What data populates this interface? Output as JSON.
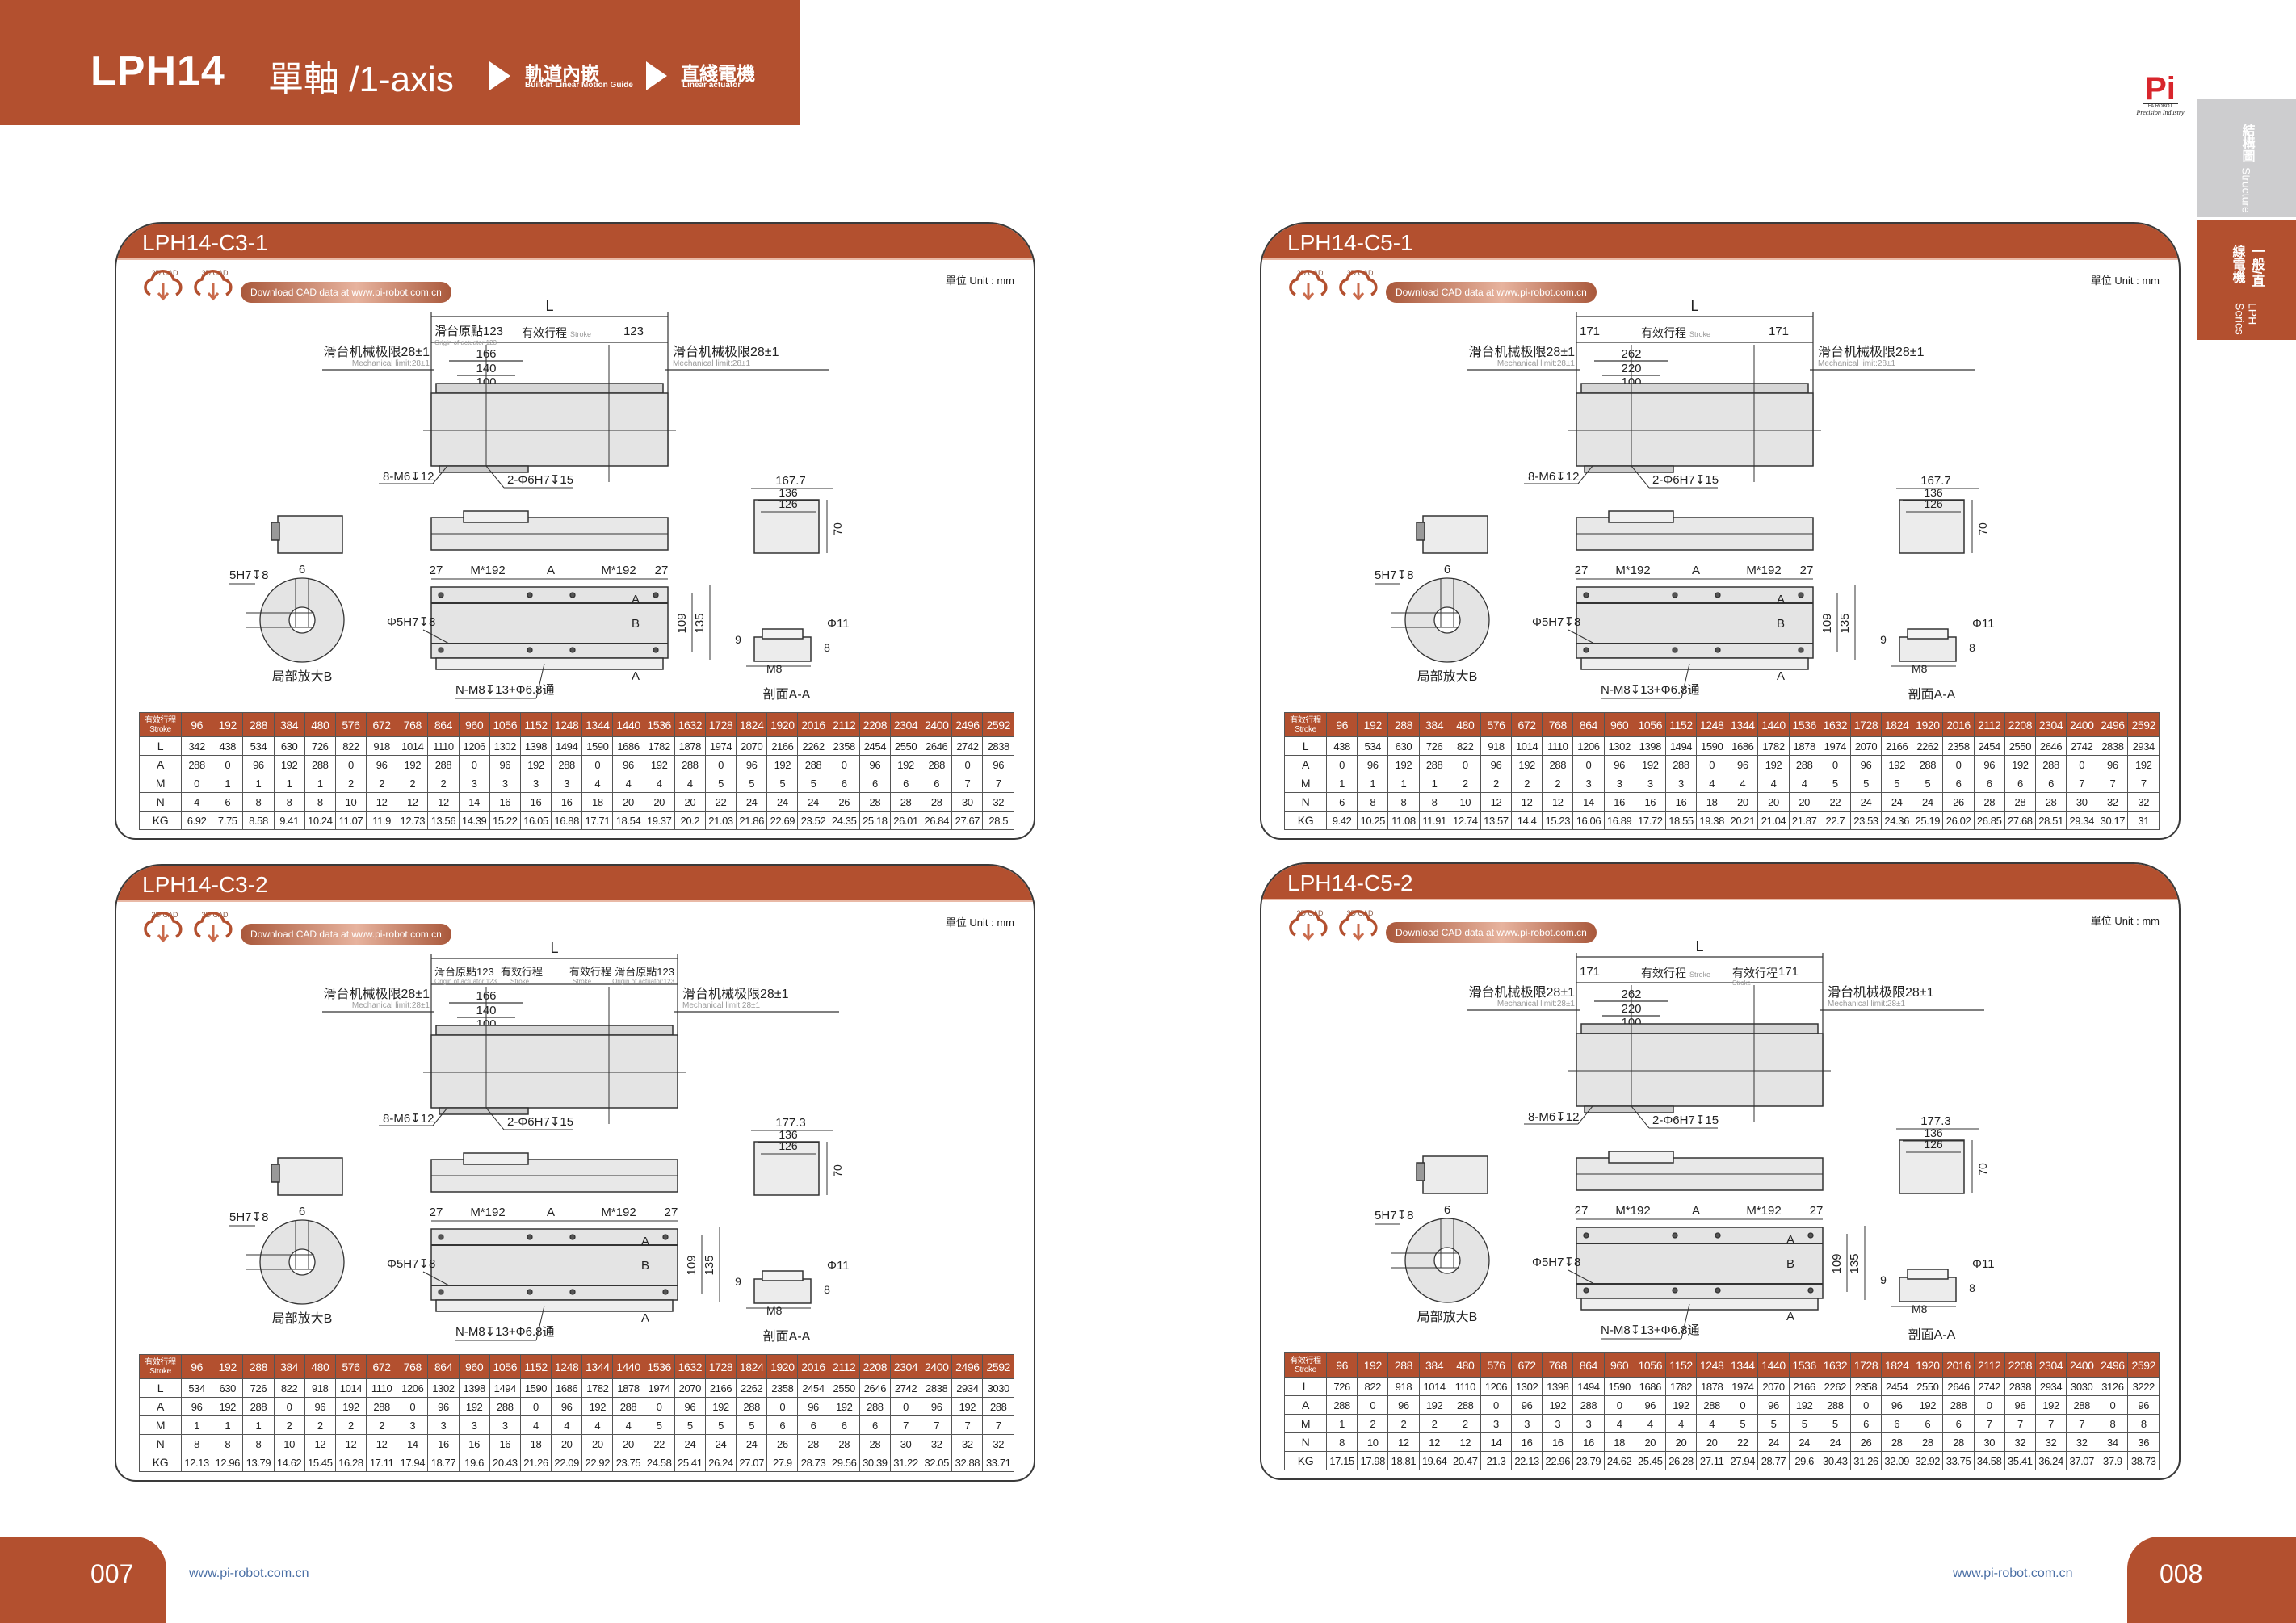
{
  "header": {
    "model": "LPH14",
    "axis": "單軸 /1-axis",
    "step1_cn": "軌道內嵌",
    "step1_en": "Built-in Linear Motion Guide",
    "step2_cn": "直綫電機",
    "step2_en": "Linear actuator"
  },
  "logo": {
    "mark": "Pi",
    "sub": "FA.ROBOT",
    "tagline": "Precision Industry"
  },
  "side_tabs": [
    {
      "cn": "結構圖",
      "en": "Structure",
      "active": false
    },
    {
      "cn": "一般/直線電機",
      "en": "LPH Series",
      "active": true
    }
  ],
  "footer": {
    "left_page": "007",
    "right_page": "008",
    "url": "www.pi-robot.com.cn"
  },
  "colors": {
    "brand": "#b3502f",
    "tab_gray": "#cdcdcf"
  },
  "common": {
    "unit": "單位 Unit : mm",
    "cad2d": "2D CAD",
    "cad3d": "3D CAD",
    "download": "Download CAD data at www.pi-robot.com.cn",
    "L": "L",
    "mech": "滑台机械极限28±1",
    "mech_en": "Mechanical limit:28±1",
    "d100": "100",
    "tap1": "8-M6↧12",
    "tap2": "2-Φ6H7↧15",
    "e136": "136",
    "e126": "126",
    "e70": "70",
    "detail_hole": "5H7↧8",
    "detail_6": "6",
    "detail_label": "局部放大B",
    "b27": "27",
    "bM": "M*192",
    "bA": "A",
    "secA": "A",
    "secB": "B",
    "pin": "Φ5H7↧8",
    "h109": "109",
    "h135": "135",
    "nm8": "N-M8↧13+Φ6.8通",
    "s11": "Φ11",
    "s9": "9",
    "s8": "8",
    "sM8": "M8",
    "section_label": "剖面A-A",
    "stroke_header_cn": "有效行程",
    "stroke_header_en": "Stroke",
    "strokes": [
      "96",
      "192",
      "288",
      "384",
      "480",
      "576",
      "672",
      "768",
      "864",
      "960",
      "1056",
      "1152",
      "1248",
      "1344",
      "1440",
      "1536",
      "1632",
      "1728",
      "1824",
      "1920",
      "2016",
      "2112",
      "2208",
      "2304",
      "2400",
      "2496",
      "2592"
    ]
  },
  "panels": [
    {
      "title": "LPH14-C3-1",
      "top": {
        "left": "滑台原點123",
        "left_sub": "Origin of actuator:123",
        "stroke": "有效行程",
        "stroke_en": "Stroke",
        "right": "123"
      },
      "d1": "166",
      "d2": "140",
      "e_width": "167.7",
      "rows": [
        {
          "label": "L",
          "values": [
            "342",
            "438",
            "534",
            "630",
            "726",
            "822",
            "918",
            "1014",
            "1110",
            "1206",
            "1302",
            "1398",
            "1494",
            "1590",
            "1686",
            "1782",
            "1878",
            "1974",
            "2070",
            "2166",
            "2262",
            "2358",
            "2454",
            "2550",
            "2646",
            "2742",
            "2838"
          ]
        },
        {
          "label": "A",
          "values": [
            "288",
            "0",
            "96",
            "192",
            "288",
            "0",
            "96",
            "192",
            "288",
            "0",
            "96",
            "192",
            "288",
            "0",
            "96",
            "192",
            "288",
            "0",
            "96",
            "192",
            "288",
            "0",
            "96",
            "192",
            "288",
            "0",
            "96"
          ]
        },
        {
          "label": "M",
          "values": [
            "0",
            "1",
            "1",
            "1",
            "1",
            "2",
            "2",
            "2",
            "2",
            "3",
            "3",
            "3",
            "3",
            "4",
            "4",
            "4",
            "4",
            "5",
            "5",
            "5",
            "5",
            "6",
            "6",
            "6",
            "6",
            "7",
            "7"
          ]
        },
        {
          "label": "N",
          "values": [
            "4",
            "6",
            "8",
            "8",
            "8",
            "10",
            "12",
            "12",
            "12",
            "14",
            "16",
            "16",
            "16",
            "18",
            "20",
            "20",
            "20",
            "22",
            "24",
            "24",
            "24",
            "26",
            "28",
            "28",
            "28",
            "30",
            "32"
          ]
        },
        {
          "label": "KG",
          "values": [
            "6.92",
            "7.75",
            "8.58",
            "9.41",
            "10.24",
            "11.07",
            "11.9",
            "12.73",
            "13.56",
            "14.39",
            "15.22",
            "16.05",
            "16.88",
            "17.71",
            "18.54",
            "19.37",
            "20.2",
            "21.03",
            "21.86",
            "22.69",
            "23.52",
            "24.35",
            "25.18",
            "26.01",
            "26.84",
            "27.67",
            "28.5"
          ]
        }
      ]
    },
    {
      "title": "LPH14-C5-1",
      "top": {
        "left": "171",
        "stroke": "有效行程",
        "stroke_en": "Stroke",
        "right": "171"
      },
      "d1": "262",
      "d2": "220",
      "e_width": "167.7",
      "rows": [
        {
          "label": "L",
          "values": [
            "438",
            "534",
            "630",
            "726",
            "822",
            "918",
            "1014",
            "1110",
            "1206",
            "1302",
            "1398",
            "1494",
            "1590",
            "1686",
            "1782",
            "1878",
            "1974",
            "2070",
            "2166",
            "2262",
            "2358",
            "2454",
            "2550",
            "2646",
            "2742",
            "2838",
            "2934"
          ]
        },
        {
          "label": "A",
          "values": [
            "0",
            "96",
            "192",
            "288",
            "0",
            "96",
            "192",
            "288",
            "0",
            "96",
            "192",
            "288",
            "0",
            "96",
            "192",
            "288",
            "0",
            "96",
            "192",
            "288",
            "0",
            "96",
            "192",
            "288",
            "0",
            "96",
            "192"
          ]
        },
        {
          "label": "M",
          "values": [
            "1",
            "1",
            "1",
            "1",
            "2",
            "2",
            "2",
            "2",
            "3",
            "3",
            "3",
            "3",
            "4",
            "4",
            "4",
            "4",
            "5",
            "5",
            "5",
            "5",
            "6",
            "6",
            "6",
            "6",
            "7",
            "7",
            "7"
          ]
        },
        {
          "label": "N",
          "values": [
            "6",
            "8",
            "8",
            "8",
            "10",
            "12",
            "12",
            "12",
            "14",
            "16",
            "16",
            "16",
            "18",
            "20",
            "20",
            "20",
            "22",
            "24",
            "24",
            "24",
            "26",
            "28",
            "28",
            "28",
            "30",
            "32",
            "32"
          ]
        },
        {
          "label": "KG",
          "values": [
            "9.42",
            "10.25",
            "11.08",
            "11.91",
            "12.74",
            "13.57",
            "14.4",
            "15.23",
            "16.06",
            "16.89",
            "17.72",
            "18.55",
            "19.38",
            "20.21",
            "21.04",
            "21.87",
            "22.7",
            "23.53",
            "24.36",
            "25.19",
            "26.02",
            "26.85",
            "27.68",
            "28.51",
            "29.34",
            "30.17",
            "31"
          ]
        }
      ]
    },
    {
      "title": "LPH14-C3-2",
      "top": {
        "left": "滑台原點123",
        "left_sub": "Origin of actuator:123",
        "stroke": "有效行程",
        "stroke_en": "Stroke",
        "stroke2": "有效行程",
        "stroke2_en": "Stroke",
        "right": "滑台原點123",
        "right_sub": "Origin of actuator:123"
      },
      "d1": "166",
      "d2": "140",
      "e_width": "177.3",
      "rows": [
        {
          "label": "L",
          "values": [
            "534",
            "630",
            "726",
            "822",
            "918",
            "1014",
            "1110",
            "1206",
            "1302",
            "1398",
            "1494",
            "1590",
            "1686",
            "1782",
            "1878",
            "1974",
            "2070",
            "2166",
            "2262",
            "2358",
            "2454",
            "2550",
            "2646",
            "2742",
            "2838",
            "2934",
            "3030"
          ]
        },
        {
          "label": "A",
          "values": [
            "96",
            "192",
            "288",
            "0",
            "96",
            "192",
            "288",
            "0",
            "96",
            "192",
            "288",
            "0",
            "96",
            "192",
            "288",
            "0",
            "96",
            "192",
            "288",
            "0",
            "96",
            "192",
            "288",
            "0",
            "96",
            "192",
            "288"
          ]
        },
        {
          "label": "M",
          "values": [
            "1",
            "1",
            "1",
            "2",
            "2",
            "2",
            "2",
            "3",
            "3",
            "3",
            "3",
            "4",
            "4",
            "4",
            "4",
            "5",
            "5",
            "5",
            "5",
            "6",
            "6",
            "6",
            "6",
            "7",
            "7",
            "7",
            "7"
          ]
        },
        {
          "label": "N",
          "values": [
            "8",
            "8",
            "8",
            "10",
            "12",
            "12",
            "12",
            "14",
            "16",
            "16",
            "16",
            "18",
            "20",
            "20",
            "20",
            "22",
            "24",
            "24",
            "24",
            "26",
            "28",
            "28",
            "28",
            "30",
            "32",
            "32",
            "32"
          ]
        },
        {
          "label": "KG",
          "values": [
            "12.13",
            "12.96",
            "13.79",
            "14.62",
            "15.45",
            "16.28",
            "17.11",
            "17.94",
            "18.77",
            "19.6",
            "20.43",
            "21.26",
            "22.09",
            "22.92",
            "23.75",
            "24.58",
            "25.41",
            "26.24",
            "27.07",
            "27.9",
            "28.73",
            "29.56",
            "30.39",
            "31.22",
            "32.05",
            "32.88",
            "33.71"
          ]
        }
      ]
    },
    {
      "title": "LPH14-C5-2",
      "top": {
        "left": "171",
        "stroke": "有效行程",
        "stroke_en": "Stroke",
        "stroke2": "有效行程",
        "stroke2_en": "Stroke",
        "right": "171"
      },
      "d1": "262",
      "d2": "220",
      "e_width": "177.3",
      "rows": [
        {
          "label": "L",
          "values": [
            "726",
            "822",
            "918",
            "1014",
            "1110",
            "1206",
            "1302",
            "1398",
            "1494",
            "1590",
            "1686",
            "1782",
            "1878",
            "1974",
            "2070",
            "2166",
            "2262",
            "2358",
            "2454",
            "2550",
            "2646",
            "2742",
            "2838",
            "2934",
            "3030",
            "3126",
            "3222"
          ]
        },
        {
          "label": "A",
          "values": [
            "288",
            "0",
            "96",
            "192",
            "288",
            "0",
            "96",
            "192",
            "288",
            "0",
            "96",
            "192",
            "288",
            "0",
            "96",
            "192",
            "288",
            "0",
            "96",
            "192",
            "288",
            "0",
            "96",
            "192",
            "288",
            "0",
            "96"
          ]
        },
        {
          "label": "M",
          "values": [
            "1",
            "2",
            "2",
            "2",
            "2",
            "3",
            "3",
            "3",
            "3",
            "4",
            "4",
            "4",
            "4",
            "5",
            "5",
            "5",
            "5",
            "6",
            "6",
            "6",
            "6",
            "7",
            "7",
            "7",
            "7",
            "8",
            "8"
          ]
        },
        {
          "label": "N",
          "values": [
            "8",
            "10",
            "12",
            "12",
            "12",
            "14",
            "16",
            "16",
            "16",
            "18",
            "20",
            "20",
            "20",
            "22",
            "24",
            "24",
            "24",
            "26",
            "28",
            "28",
            "28",
            "30",
            "32",
            "32",
            "32",
            "34",
            "36"
          ]
        },
        {
          "label": "KG",
          "values": [
            "17.15",
            "17.98",
            "18.81",
            "19.64",
            "20.47",
            "21.3",
            "22.13",
            "22.96",
            "23.79",
            "24.62",
            "25.45",
            "26.28",
            "27.11",
            "27.94",
            "28.77",
            "29.6",
            "30.43",
            "31.26",
            "32.09",
            "32.92",
            "33.75",
            "34.58",
            "35.41",
            "36.24",
            "37.07",
            "37.9",
            "38.73"
          ]
        }
      ]
    }
  ]
}
